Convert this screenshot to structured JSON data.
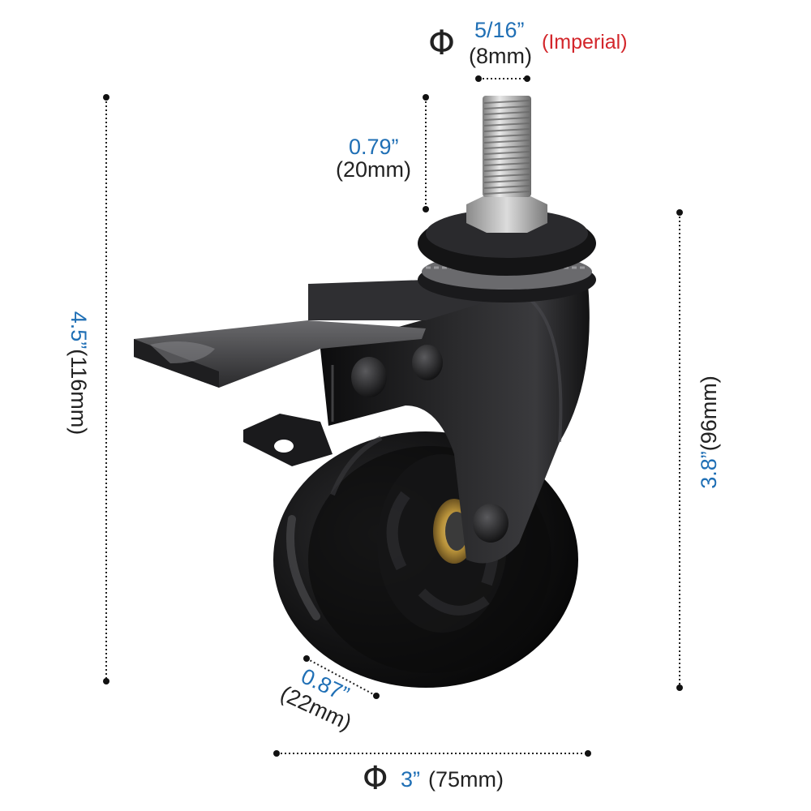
{
  "colors": {
    "dimension_blue": "#1f6fb5",
    "text_black": "#222222",
    "imperial_red": "#d3262b",
    "wheel_black": "#111111",
    "bracket_dark": "#1b1b1c",
    "thread_silver": "#c9c9c9",
    "bearing_gold": "#b8923a"
  },
  "dimensions": {
    "thread": {
      "symbol": "Φ",
      "imperial": "5/16”",
      "metric": "(8mm)",
      "standard": "(Imperial)"
    },
    "stem_length": {
      "imperial": "0.79”",
      "metric": "(20mm)"
    },
    "total_height": {
      "imperial": "4.5”",
      "metric": "(116mm)"
    },
    "wheel_height": {
      "imperial": "3.8”",
      "metric": "(96mm)"
    },
    "wheel_width": {
      "imperial": "0.87”",
      "metric": "(22mm)"
    },
    "wheel_diameter": {
      "symbol": "Φ",
      "imperial": "3”",
      "metric": "(75mm)"
    }
  },
  "product": {
    "name": "swivel caster wheel with brake",
    "parts": [
      "threaded-stem",
      "hex-nut",
      "swivel-plate",
      "top-bracket",
      "brake-pedal",
      "fork",
      "axle-bolt",
      "polyurethane-wheel",
      "bearing"
    ]
  }
}
